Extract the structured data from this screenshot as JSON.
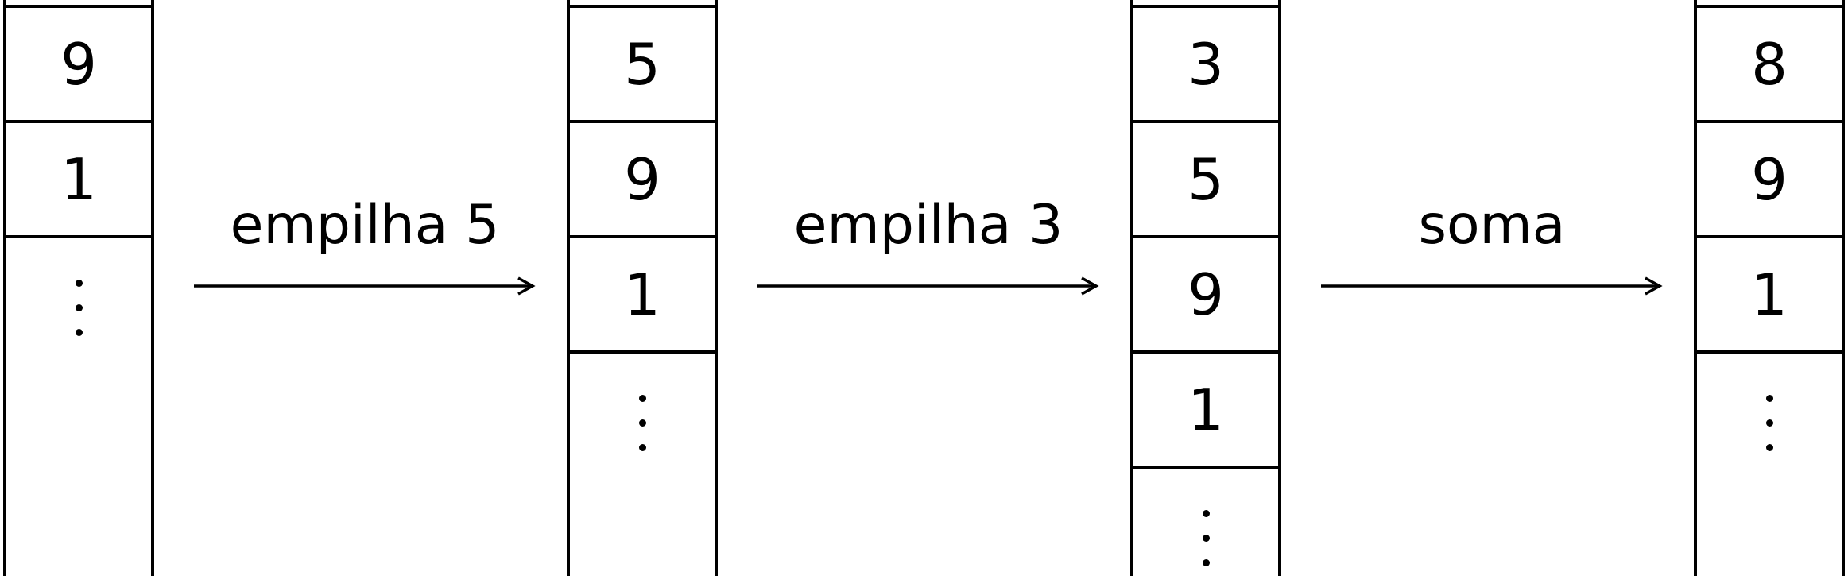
{
  "stacks": [
    {
      "cells": [
        "9",
        "1"
      ]
    },
    {
      "cells": [
        "5",
        "9",
        "1"
      ]
    },
    {
      "cells": [
        "3",
        "5",
        "9",
        "1"
      ]
    },
    {
      "cells": [
        "8",
        "9",
        "1"
      ]
    }
  ],
  "operations": [
    {
      "label": "empilha 5"
    },
    {
      "label": "empilha 3"
    },
    {
      "label": "soma"
    }
  ]
}
